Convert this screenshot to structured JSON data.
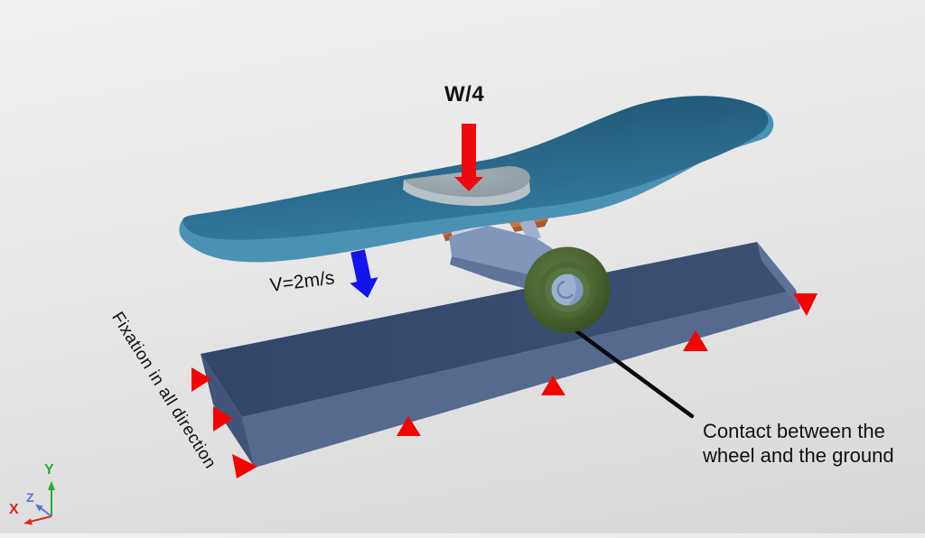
{
  "viewport": {
    "background_top": "#f0f0f1",
    "background_bottom": "#d8d8d9"
  },
  "annotations": {
    "load": {
      "label": "W/4",
      "arrow_color": "#ee0a0e"
    },
    "velocity": {
      "label": "V=2m/s",
      "arrow_color": "#1414ee"
    },
    "fixation": {
      "label": "Fixation in all direction",
      "marker_color": "#f40400",
      "marker_count": 7
    },
    "contact": {
      "label_line1": "Contact between the",
      "label_line2": "wheel and the ground",
      "line_color": "#0a0a0a"
    }
  },
  "axis_triad": {
    "x": {
      "label": "X",
      "color": "#d42a1e"
    },
    "y": {
      "label": "Y",
      "color": "#2ca83c"
    },
    "z": {
      "label": "Z",
      "color": "#5c6fd4"
    }
  },
  "model": {
    "deck_top_color": "#2d6f90",
    "deck_edge_color": "#4a92b4",
    "load_plate_top_color": "#96a2a9",
    "load_plate_rim_color": "#b7c2c8",
    "truck_hanger_color": "#8296bb",
    "truck_hanger_shadow_color": "#5f749a",
    "truck_pad_color": "#d0703c",
    "truck_pad_shadow_color": "#a85a28",
    "truck_bushing_color": "#c6d4e3",
    "wheel_hub_color": "#9cb0d2",
    "ground_top_color": "#35496b",
    "ground_front_color": "#56698f",
    "ground_left_color": "#41557a",
    "ground_right_color": "#5e7198"
  }
}
